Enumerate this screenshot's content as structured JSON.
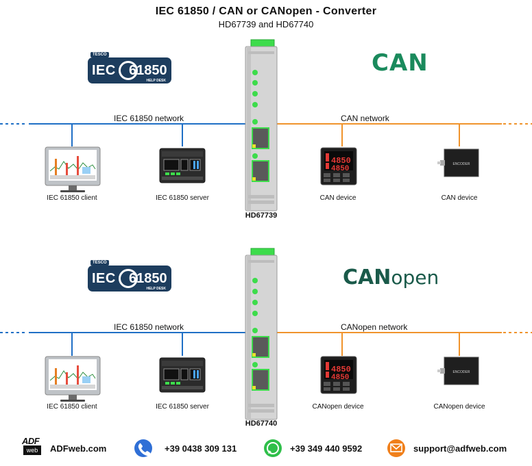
{
  "header": {
    "title": "IEC 61850 / CAN or CANopen - Converter",
    "subtitle": "HD67739 and HD67740"
  },
  "colors": {
    "iec_network": "#1f6fc5",
    "can_network": "#f0932b",
    "device_green": "#3ddc4b",
    "iec_badge": "#1d3d5e",
    "can_logo": "#1a8a5c"
  },
  "section_top": {
    "iec_logo": {
      "brand": "TESCO",
      "standard": "IEC",
      "number": "61850",
      "tag": "HELP DESK"
    },
    "can_logo": "CAN",
    "left_network": "IEC 61850 network",
    "right_network": "CAN network",
    "left_devices": [
      "IEC 61850 client",
      "IEC 61850 server"
    ],
    "right_devices": [
      "CAN device",
      "CAN device"
    ],
    "model": "HD67739",
    "display_reading": "4850",
    "encoder_label": "ENCODER"
  },
  "section_bottom": {
    "iec_logo": {
      "brand": "TESCO",
      "standard": "IEC",
      "number": "61850",
      "tag": "HELP DESK"
    },
    "canopen_logo": {
      "bold": "CAN",
      "light": "open"
    },
    "left_network": "IEC 61850 network",
    "right_network": "CANopen network",
    "left_devices": [
      "IEC 61850 client",
      "IEC 61850 server"
    ],
    "right_devices": [
      "CANopen device",
      "CANopen device"
    ],
    "model": "HD67740",
    "display_reading": "4850",
    "encoder_label": "ENCODER"
  },
  "footer": {
    "logo_top": "ADF",
    "logo_bottom": "web",
    "website": "ADFweb.com",
    "phone": "+39 0438 309 131",
    "whatsapp": "+39 349 440 9592",
    "email": "support@adfweb.com",
    "icons": [
      "phone-icon",
      "whatsapp-icon",
      "email-icon"
    ]
  }
}
